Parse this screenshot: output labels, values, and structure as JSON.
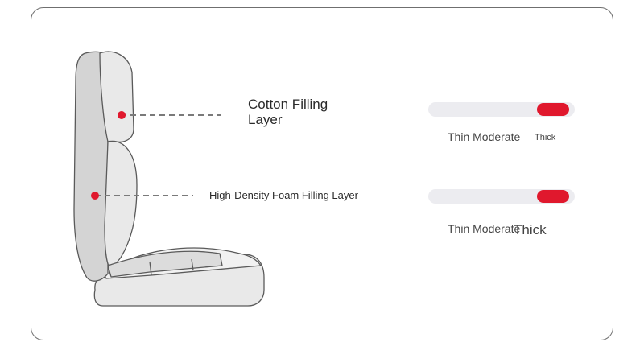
{
  "layers": [
    {
      "label_lines": [
        "Cotton Filling",
        "Layer"
      ],
      "thickness": {
        "level_fraction": 0.85,
        "labels": {
          "thin_moderate": "Thin Moderate",
          "thick": "Thick"
        }
      }
    },
    {
      "label": "High-Density Foam Filling Layer",
      "thickness": {
        "level_fraction": 0.85,
        "labels": {
          "thin_moderate": "Thin Moderate",
          "thick": "Thick"
        }
      }
    }
  ],
  "colors": {
    "accent": "#e0182d",
    "track": "#ececf0",
    "border": "#6f6f6f",
    "seat_fill": "#e9e9e9",
    "seat_stroke": "#5a5a5a"
  }
}
